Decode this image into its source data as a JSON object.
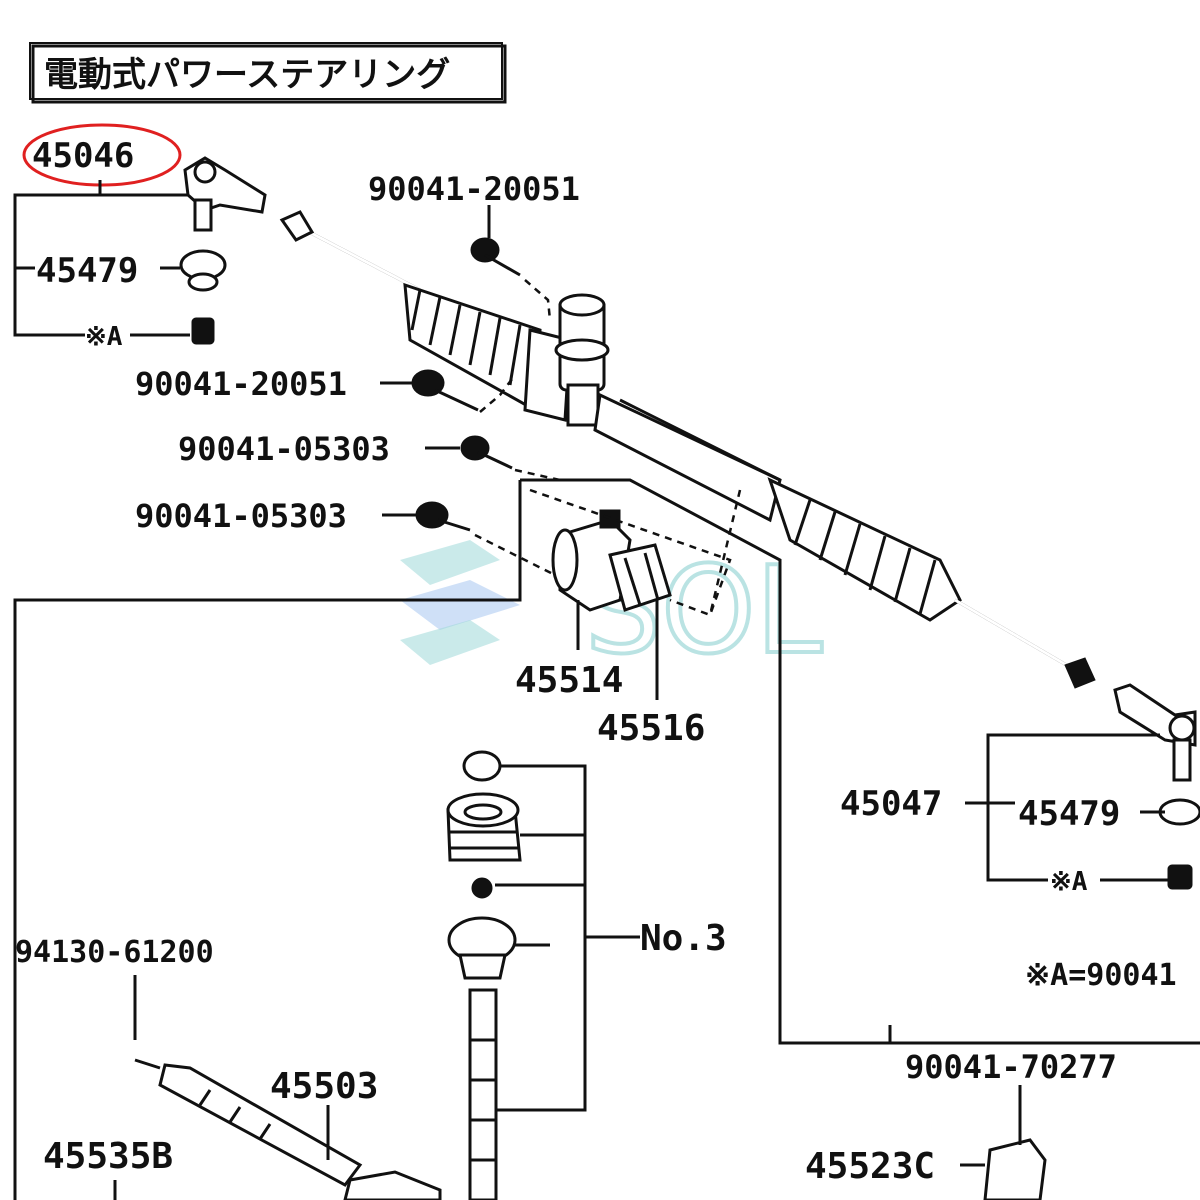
{
  "title": "電動式パワーステアリング",
  "highlight_color": "#e02020",
  "watermark": "SOL",
  "parts": {
    "p45046": "45046",
    "p45479_left": "45479",
    "star_a_left": "※A",
    "p90041_20051_top": "90041-20051",
    "p90041_20051_mid": "90041-20051",
    "p90041_05303_a": "90041-05303",
    "p90041_05303_b": "90041-05303",
    "p45514": "45514",
    "p45516": "45516",
    "p45047": "45047",
    "p45479_right": "45479",
    "star_a_right": "※A",
    "note_star_a": "※A=90041",
    "no3": "No.3",
    "p94130_61200": "94130-61200",
    "p45503": "45503",
    "p45535b": "45535B",
    "p90041_70277": "90041-70277",
    "p45523c": "45523C"
  }
}
